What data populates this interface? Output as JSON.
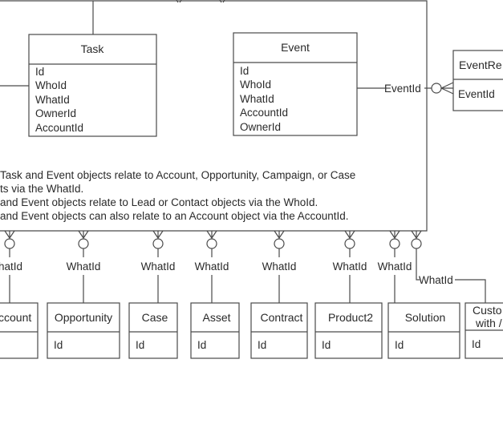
{
  "diagram": {
    "task": {
      "title": "Task",
      "fields": [
        "Id",
        "WhoId",
        "WhatId",
        "OwnerId",
        "AccountId"
      ]
    },
    "event": {
      "title": "Event",
      "fields": [
        "Id",
        "WhoId",
        "WhatId",
        "AccountId",
        "OwnerId"
      ]
    },
    "event_relation": {
      "title": "EventRe",
      "fields": [
        "EventId"
      ]
    },
    "event_link_label": "EventId",
    "notes": [
      " Task and Event objects relate to Account, Opportunity, Campaign, or Case",
      "ts via the WhatId.",
      "and Event objects relate to Lead or Contact objects via the WhoId.",
      "and Event objects can also relate to an Account object via the AccountId."
    ],
    "whatid_label": "WhatId",
    "whatid_label_partial": "hatId",
    "bottom_objects": [
      {
        "title": "ccount",
        "field": ""
      },
      {
        "title": "Opportunity",
        "field": "Id"
      },
      {
        "title": "Case",
        "field": "Id"
      },
      {
        "title": "Asset",
        "field": "Id"
      },
      {
        "title": "Contract",
        "field": "Id"
      },
      {
        "title": "Product2",
        "field": "Id"
      },
      {
        "title": "Solution",
        "field": "Id"
      },
      {
        "title": "Custo",
        "title_line2": "with /",
        "field": "Id"
      }
    ]
  }
}
